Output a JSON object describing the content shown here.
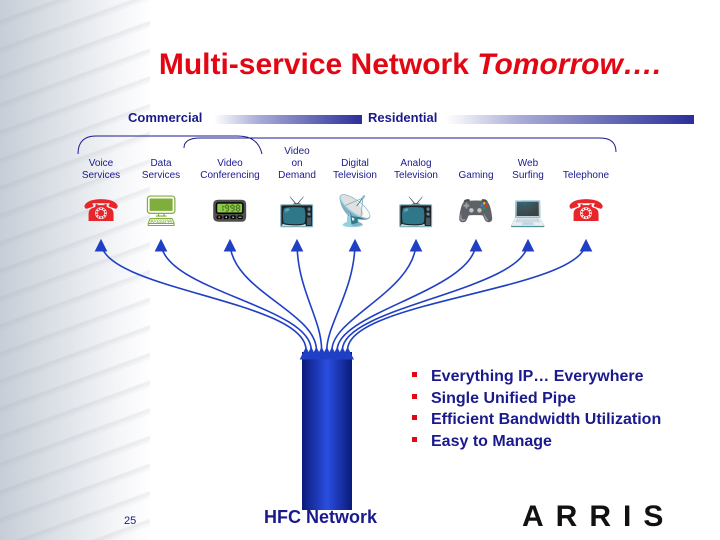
{
  "slide": {
    "title_main": "Multi-service Network ",
    "title_italic": "Tomorrow….",
    "page_number": "25",
    "logo_text": "ARRIS",
    "network_label": "HFC Network"
  },
  "groups": {
    "commercial": "Commercial",
    "residential": "Residential"
  },
  "services": [
    {
      "label": "Voice\nServices",
      "icon": "fax-machine-icon",
      "glyph": "☎"
    },
    {
      "label": "Data\nServices",
      "icon": "computer-icon",
      "glyph": "🖥"
    },
    {
      "label": "Video\nConferencing",
      "icon": "video-phone-icon",
      "glyph": "📟"
    },
    {
      "label": "Video\non\nDemand",
      "icon": "family-tv-icon",
      "glyph": "📺"
    },
    {
      "label": "Digital\nTelevision",
      "icon": "digital-tv-icon",
      "glyph": "📡"
    },
    {
      "label": "Analog\nTelevision",
      "icon": "analog-tv-icon",
      "glyph": "📺"
    },
    {
      "label": "Gaming",
      "icon": "gaming-icon",
      "glyph": "🎮"
    },
    {
      "label": "Web\nSurfing",
      "icon": "web-surfer-icon",
      "glyph": "💻"
    },
    {
      "label": "Telephone",
      "icon": "ringing-phone-icon",
      "glyph": "☎"
    }
  ],
  "bullets": [
    "Everything IP… Everywhere",
    "Single Unified Pipe",
    "Efficient Bandwidth Utilization",
    "Easy to Manage"
  ],
  "colors": {
    "title": "#e30613",
    "text": "#1a1a8c",
    "arrow": "#1f3fc4",
    "pipe": "#1530b8"
  }
}
